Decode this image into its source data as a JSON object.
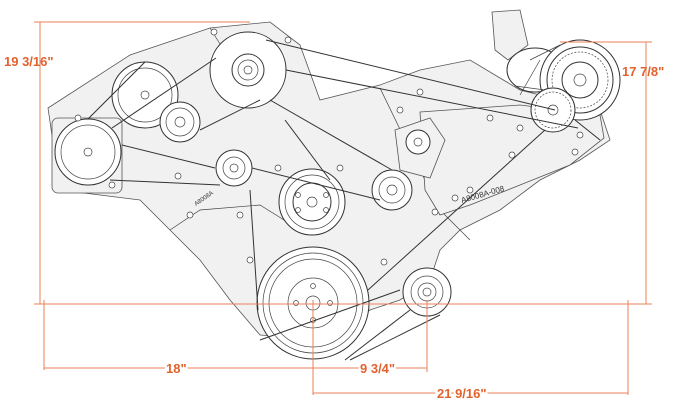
{
  "diagram": {
    "dimensions": {
      "left_height": "19 3/16\"",
      "right_height": "17 7/8\"",
      "bottom_left": "18\"",
      "bottom_middle": "9 3/4\"",
      "bottom_total": "21 9/16\""
    },
    "part_numbers": {
      "bracket_main": "A8008A-008",
      "bracket_small": "A8008A"
    },
    "colors": {
      "dimension": "#e2622e",
      "ink": "#333333"
    }
  }
}
